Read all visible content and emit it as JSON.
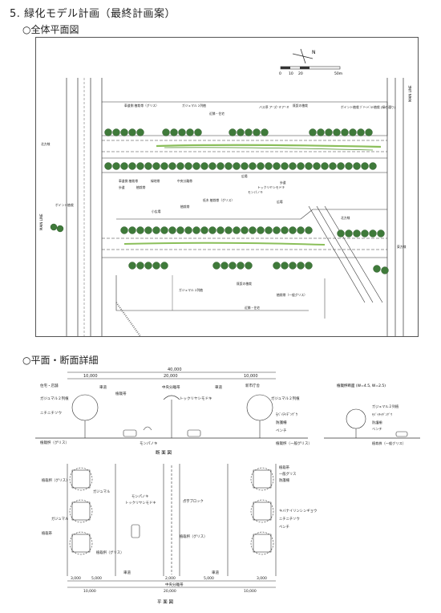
{
  "title": "5. 緑化モデル計画（最終計画案）",
  "sections": {
    "overall": "○全体平面図",
    "detail": "○平面・断面詳細"
  },
  "colors": {
    "tree": "#3f7a3a",
    "tree_light": "#6aa64f",
    "median": "#8bbf5a",
    "line": "#333333"
  },
  "plan": {
    "scale_labels": [
      "0",
      "10",
      "20",
      "50m"
    ],
    "north_label": "N",
    "vertical_labels": [
      "MAIN LINE",
      "MAIN LINE"
    ],
    "road_labels": [
      "北方線",
      "東方線",
      "北方線"
    ],
    "callouts_top": [
      "車道側 植栽帯（グリス）",
      "ガジュマル 2列植",
      "近隣・住宅",
      "バス停 ア''ズ''ミア''ミ",
      "既設の植栽",
      "ポイント植栽 ｸﾞﾘｰﾝﾍﾞﾙﾄ植栽 (緑の通り)"
    ],
    "callouts_mid": [
      "車道側 植栽帯",
      "歩道",
      "植栽帯",
      "緑地帯",
      "中央分離帯",
      "トックリヤシモドキ",
      "モンパノキ",
      "歩道",
      "広場"
    ],
    "callouts_lower": [
      "ポイント植栽",
      "低木 植栽帯（グリス）",
      "小広場",
      "植栽帯",
      "広場",
      "ガジュマル 2列植",
      "既設の植栽",
      "近隣・住宅",
      "植栽帯（一般グリス）"
    ]
  },
  "detail": {
    "section_caption": "断 面 図",
    "plan_caption": "平 面 図",
    "top_dims": [
      "40,000",
      "10,000",
      "20,000",
      "10,000"
    ],
    "labels_left": [
      "住宅・店舗",
      "ガジュマル２列植",
      "ニチニチソウ",
      "植栽桝（グリス）"
    ],
    "labels_center": [
      "車道",
      "中央分離帯",
      "車道",
      "トックリヤシモドキ",
      "モンパノキ",
      "植栽帯"
    ],
    "labels_right": [
      "新市庁舎",
      "ガジュマル２列植",
      "ﾓﾊﾞｲﾁｲﾁﾞﾝｹﾞｳ",
      "防護柵",
      "ベンチ",
      "植栽桝（一般グリス）"
    ],
    "side_section_title": "植栽桝断面 (W=4.5, W=2.5)",
    "side_section_labels": [
      "ガジュマル２列植",
      "ﾓﾊﾞｲﾁｲﾁﾞﾝｹﾞｳ",
      "防護柵",
      "ベンチ",
      "植栽桝（一般グリス）"
    ],
    "plan_labels_left": [
      "植栽桝（グリス）",
      "ガジュマル",
      "ガジュマル",
      "植栽帯",
      "植栽桝（グリス）"
    ],
    "plan_labels_center": [
      "モンパノキ",
      "トックリヤシモドキ",
      "点字ブロック",
      "植栽桝（グリス）"
    ],
    "plan_labels_right": [
      "植栽帯",
      "一般グリス",
      "防護柵",
      "キバナイリンシンギョウ",
      "ニチニチソウ",
      "ベンチ"
    ],
    "bottom_dims": [
      "3,000",
      "5,000",
      "2,000",
      "5,000",
      "3,000",
      "10,000",
      "20,000",
      "10,000"
    ],
    "bottom_labels": [
      "車道",
      "中央分離帯",
      "車道"
    ]
  }
}
